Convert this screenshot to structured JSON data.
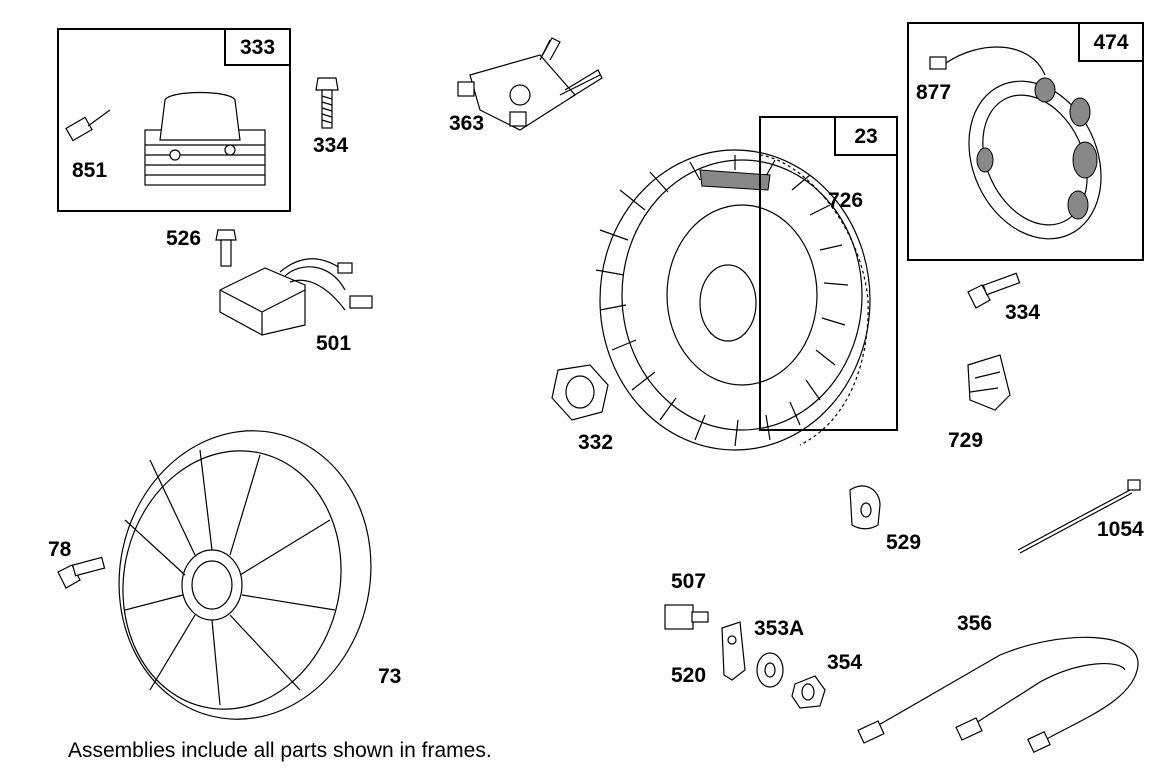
{
  "frames": [
    {
      "id": "333"
    },
    {
      "id": "23"
    },
    {
      "id": "474"
    }
  ],
  "parts": {
    "p333": "333",
    "p851": "851",
    "p334a": "334",
    "p363": "363",
    "p23": "23",
    "p726": "726",
    "p474": "474",
    "p877": "877",
    "p526": "526",
    "p501": "501",
    "p334b": "334",
    "p332": "332",
    "p729": "729",
    "p78": "78",
    "p73": "73",
    "p529": "529",
    "p1054": "1054",
    "p507": "507",
    "p353A": "353A",
    "p356": "356",
    "p520": "520",
    "p354": "354"
  },
  "note": "Assemblies include all parts shown in frames."
}
